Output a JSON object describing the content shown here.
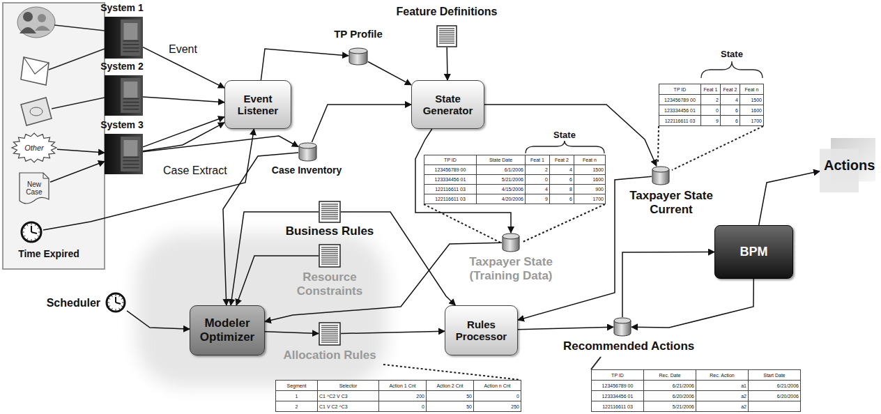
{
  "diagram": {
    "nodes": [
      {
        "text": [
          "System 1"
        ]
      },
      {
        "text": [
          "System 2"
        ]
      },
      {
        "text": [
          "System 3"
        ]
      },
      {
        "text": [
          "Other"
        ]
      },
      {
        "text": [
          "New Case"
        ]
      },
      {
        "text": [
          "Time Expired"
        ]
      },
      {
        "text": [
          "Event Listener"
        ]
      },
      {
        "text": [
          "TP Profile"
        ]
      },
      {
        "text": [
          "Feature Definitions"
        ]
      },
      {
        "text": [
          "State Generator"
        ]
      },
      {
        "text": [
          "Case Inventory"
        ]
      },
      {
        "text": [
          "Taxpayer State Current"
        ]
      },
      {
        "text": [
          "Actions"
        ]
      },
      {
        "text": [
          "Business Rules"
        ]
      },
      {
        "text": [
          "Resource Constraints"
        ]
      },
      {
        "text": [
          "Taxpayer State (Training Data)"
        ]
      },
      {
        "text": [
          "BPM"
        ]
      },
      {
        "text": [
          "Scheduler"
        ]
      },
      {
        "text": [
          "Modeler Optimizer"
        ]
      },
      {
        "text": [
          "Allocation Rules"
        ]
      },
      {
        "text": [
          "Rules Processor"
        ]
      },
      {
        "text": [
          "Recommended Actions"
        ]
      }
    ],
    "edges": [
      {
        "from": 0,
        "to": 6,
        "arrow": "to",
        "label": "Event"
      },
      {
        "from": 1,
        "to": 6,
        "arrow": "to"
      },
      {
        "from": 2,
        "to": 6,
        "arrow": "to"
      },
      {
        "from": 2,
        "to": 6,
        "arrow": "to"
      },
      {
        "from": 5,
        "to": 6,
        "arrow": "to"
      },
      {
        "from": 2,
        "to": 10,
        "arrow": "to",
        "label": "Case Extract"
      },
      {
        "from": 3,
        "to": 2,
        "arrow": "to"
      },
      {
        "from": 4,
        "to": 2,
        "arrow": "to"
      },
      {
        "from": 6,
        "to": 7,
        "arrow": "to"
      },
      {
        "from": 7,
        "to": 9,
        "arrow": "to"
      },
      {
        "from": 8,
        "to": 9,
        "arrow": "to"
      },
      {
        "from": 10,
        "to": 9,
        "arrow": "to"
      },
      {
        "from": 9,
        "to": 11,
        "arrow": "to"
      },
      {
        "from": 9,
        "to": 15,
        "arrow": "to"
      },
      {
        "from": 10,
        "to": 18,
        "arrow": "to"
      },
      {
        "from": 13,
        "to": 18,
        "arrow": "to"
      },
      {
        "from": 13,
        "to": 20,
        "arrow": "to"
      },
      {
        "from": 14,
        "to": 18,
        "arrow": "to"
      },
      {
        "from": 15,
        "to": 18,
        "arrow": "to"
      },
      {
        "from": 17,
        "to": 18,
        "arrow": "to"
      },
      {
        "from": 18,
        "to": 19,
        "arrow": "to"
      },
      {
        "from": 19,
        "to": 20,
        "arrow": "to"
      },
      {
        "from": 11,
        "to": 20,
        "arrow": "to"
      },
      {
        "from": 20,
        "to": 21,
        "arrow": "to"
      },
      {
        "from": 21,
        "to": 16,
        "arrow": "to"
      },
      {
        "from": 16,
        "to": 21,
        "arrow": "to"
      },
      {
        "from": 16,
        "to": 12,
        "arrow": "to"
      }
    ],
    "labels": [
      "State",
      "TP ID",
      "Feat 1",
      "Feat 2",
      "Feat n",
      "123456789 00",
      "2",
      "4",
      "1500",
      "123334456 01",
      "0",
      "6",
      "1600",
      "122116611 03",
      "9",
      "6",
      "1700",
      "State",
      "TP ID",
      "State Date",
      "Feat 1",
      "Feat 2",
      "Feat n",
      "123456789 00",
      "6/1/2006",
      "2",
      "4",
      "1500",
      "123334456 01",
      "5/21/2006",
      "0",
      "6",
      "1600",
      "122116611 03",
      "4/15/2006",
      "4",
      "8",
      "900",
      "122116611 03",
      "4/20/2006",
      "9",
      "6",
      "1700",
      "Segment",
      "Selector",
      "Action 1 Cnt",
      "Action 2 Cnt",
      "Action n Cnt",
      "1",
      "C1 ^C2 V C3",
      "200",
      "50",
      "0",
      "2",
      "C1 V C2 ^C3",
      "0",
      "50",
      "250",
      "TP ID",
      "Rec. Date",
      "Rec. Action",
      "Start Date",
      "123456789 00",
      "6/21/2006",
      "a1",
      "6/21/2006",
      "123334456 01",
      "6/20/2006",
      "a2",
      "6/20/2006",
      "122116611 03",
      "5/21/2006",
      "a2"
    ]
  }
}
